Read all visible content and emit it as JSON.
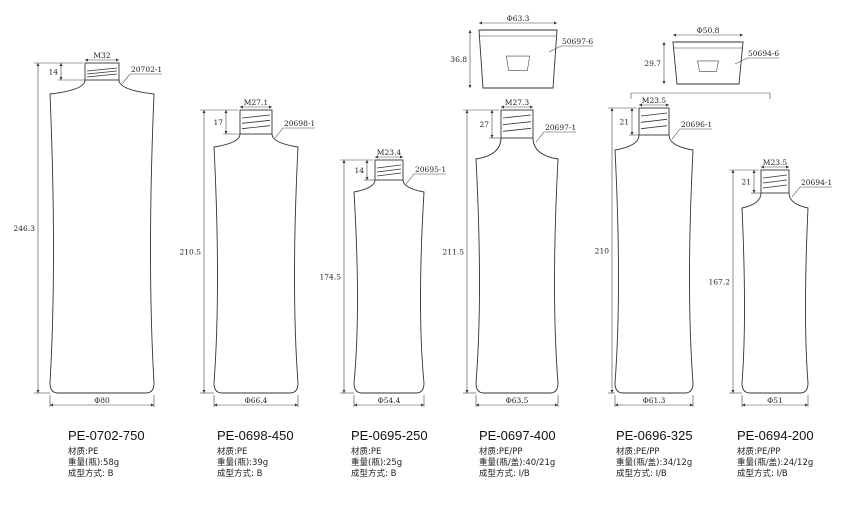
{
  "bottles": [
    {
      "code": "PE-0702-750",
      "neck_size": "M32",
      "neck_height": "14",
      "height": "246.3",
      "diameter": "Φ80",
      "part_ref": "20702-1",
      "material": "材质:PE",
      "weight": "重量(瓶):58g",
      "molding": "成型方式: B"
    },
    {
      "code": "PE-0698-450",
      "neck_size": "M27.1",
      "neck_height": "17",
      "height": "210.5",
      "diameter": "Φ66.4",
      "part_ref": "20698-1",
      "material": "材质:PE",
      "weight": "重量(瓶):39g",
      "molding": "成型方式: B"
    },
    {
      "code": "PE-0695-250",
      "neck_size": "M23.4",
      "neck_height": "14",
      "height": "174.5",
      "diameter": "Φ54.4",
      "part_ref": "20695-1",
      "material": "材质:PE",
      "weight": "重量(瓶):25g",
      "molding": "成型方式: B"
    },
    {
      "code": "PE-0697-400",
      "neck_size": "M27.3",
      "neck_height": "27",
      "height": "211.5",
      "diameter": "Φ63.5",
      "part_ref": "20697-1",
      "material": "材质:PE/PP",
      "weight": "重量(瓶/盖):40/21g",
      "molding": "成型方式: I/B"
    },
    {
      "code": "PE-0696-325",
      "neck_size": "M23.5",
      "neck_height": "21",
      "height": "210",
      "diameter": "Φ61.3",
      "part_ref": "20696-1",
      "material": "材质:PE/PP",
      "weight": "重量(瓶/盖):34/12g",
      "molding": "成型方式: I/B"
    },
    {
      "code": "PE-0694-200",
      "neck_size": "M23.5",
      "neck_height": "21",
      "height": "167.2",
      "diameter": "Φ51",
      "part_ref": "20694-1",
      "material": "材质:PE/PP",
      "weight": "重量(瓶/盖):24/12g",
      "molding": "成型方式: I/B"
    }
  ],
  "caps": [
    {
      "diameter": "Φ63.3",
      "height": "36.8",
      "part_ref": "50697-6"
    },
    {
      "diameter": "Φ50.8",
      "height": "29.7",
      "part_ref": "50694-6"
    }
  ]
}
